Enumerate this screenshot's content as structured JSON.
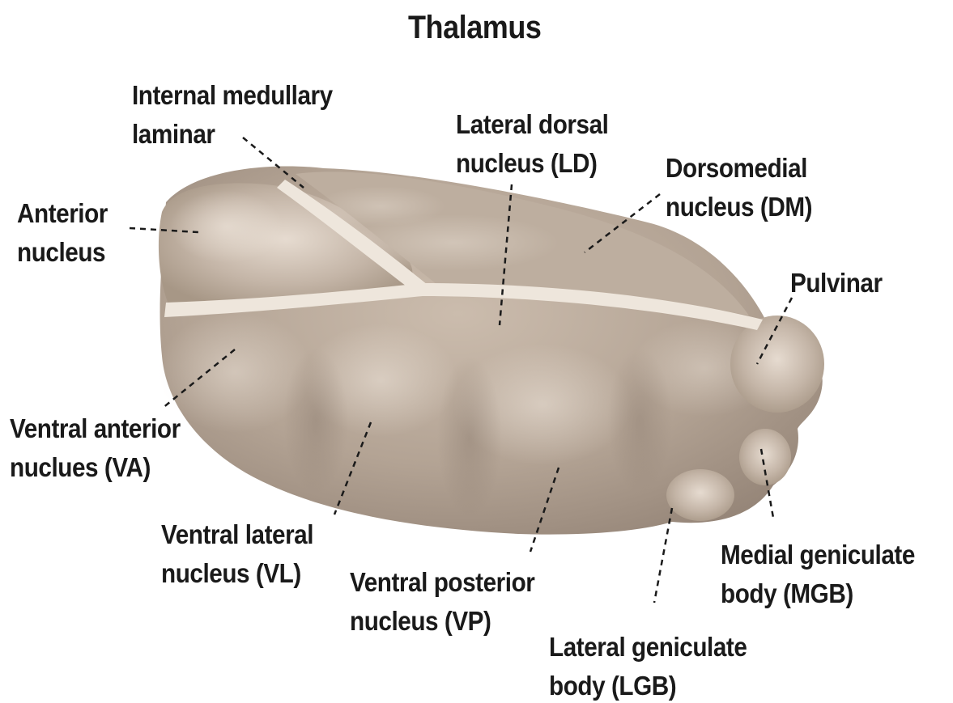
{
  "title": "Thalamus",
  "labels": {
    "internal_medullary": [
      "Internal medullary",
      "laminar"
    ],
    "lateral_dorsal": [
      "Lateral dorsal",
      "nucleus (LD)"
    ],
    "dorsomedial": [
      "Dorsomedial",
      "nucleus (DM)"
    ],
    "anterior": [
      "Anterior",
      "nucleus"
    ],
    "pulvinar": [
      "Pulvinar"
    ],
    "ventral_anterior": [
      "Ventral anterior",
      "nuclues (VA)"
    ],
    "ventral_lateral": [
      "Ventral lateral",
      "nucleus (VL)"
    ],
    "ventral_posterior": [
      "Ventral posterior",
      "nucleus (VP)"
    ],
    "medial_geniculate": [
      "Medial geniculate",
      "body (MGB)"
    ],
    "lateral_geniculate": [
      "Lateral geniculate",
      "body (LGB)"
    ]
  },
  "colors": {
    "tissue_base": "#b3a394",
    "tissue_shadow": "#8f7f72",
    "tissue_highlight": "#e6dbd0",
    "lamina": "#eee6dc",
    "text": "#1a1a1a"
  }
}
